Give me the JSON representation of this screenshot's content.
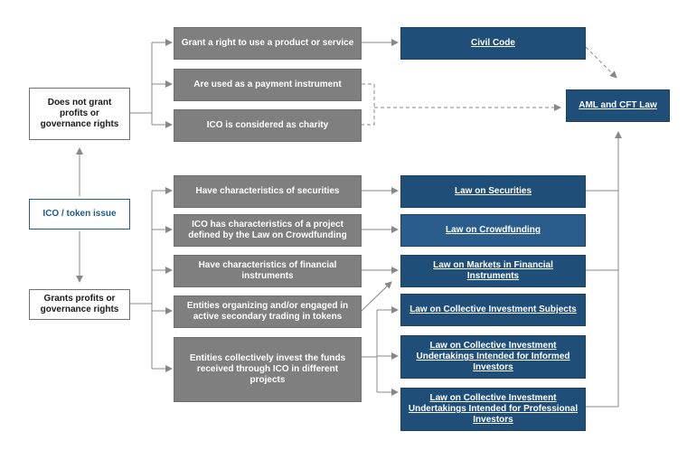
{
  "left_nodes": {
    "no_rights": "Does not grant profits or governance rights",
    "ico": "ICO / token issue",
    "grants": "Grants profits or governance rights"
  },
  "criteria": {
    "product": "Grant a right to use a product or service",
    "payment": "Are used as a payment instrument",
    "charity": "ICO is considered as charity",
    "securities": "Have characteristics of securities",
    "crowdfunding": "ICO has characteristics of a project defined by the Law on Crowdfunding",
    "financial": "Have characteristics of financial instruments",
    "trading": "Entities organizing and/or engaged in active secondary trading in tokens",
    "collective": "Entities collectively invest the funds received through ICO in different projects"
  },
  "laws": {
    "civil": "Civil Code",
    "aml": "AML and CFT Law",
    "securities": "Law on Securities",
    "crowdfunding": "Law on Crowdfunding",
    "markets": "Law on Markets in Financial Instruments",
    "ci_subjects": "Law on Collective Investment Subjects",
    "ci_informed": "Law on Collective Investment Undertakings Intended for Informed Investors",
    "ci_professional": "Law on Collective Investment Undertakings Intended for Professional Investors"
  },
  "colors": {
    "criteria_fill": "#7f7f7f",
    "law_fill": "#1f4e79",
    "connector": "#888888"
  }
}
